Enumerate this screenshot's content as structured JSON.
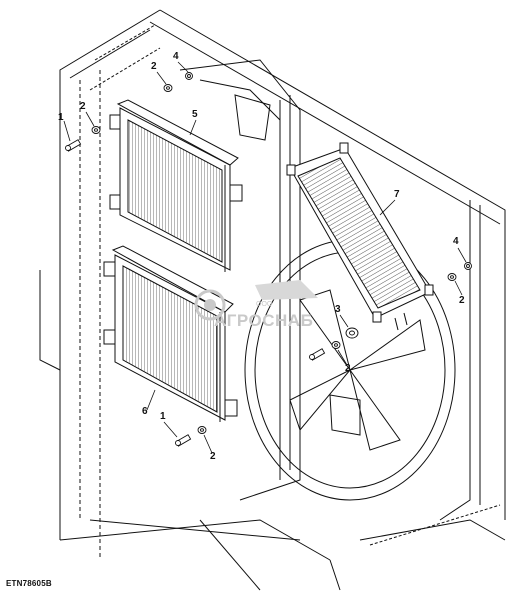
{
  "figure": {
    "id_label": "ETN78605B"
  },
  "callouts": [
    {
      "key": "c1a",
      "text": "1"
    },
    {
      "key": "c2a",
      "text": "2"
    },
    {
      "key": "c2b",
      "text": "2"
    },
    {
      "key": "c4a",
      "text": "4"
    },
    {
      "key": "c5",
      "text": "5"
    },
    {
      "key": "c7",
      "text": "7"
    },
    {
      "key": "c4b",
      "text": "4"
    },
    {
      "key": "c2c",
      "text": "2"
    },
    {
      "key": "c3",
      "text": "3"
    },
    {
      "key": "c2d",
      "text": "2"
    },
    {
      "key": "c6",
      "text": "6"
    },
    {
      "key": "c1b",
      "text": "1"
    },
    {
      "key": "c2e",
      "text": "2"
    }
  ],
  "watermark": {
    "company_form": "ООО",
    "brand": "АГРОСНАБ",
    "icon": "gear-tractor-logo"
  },
  "colors": {
    "line": "#111111",
    "watermark": "#c9c9c9"
  }
}
